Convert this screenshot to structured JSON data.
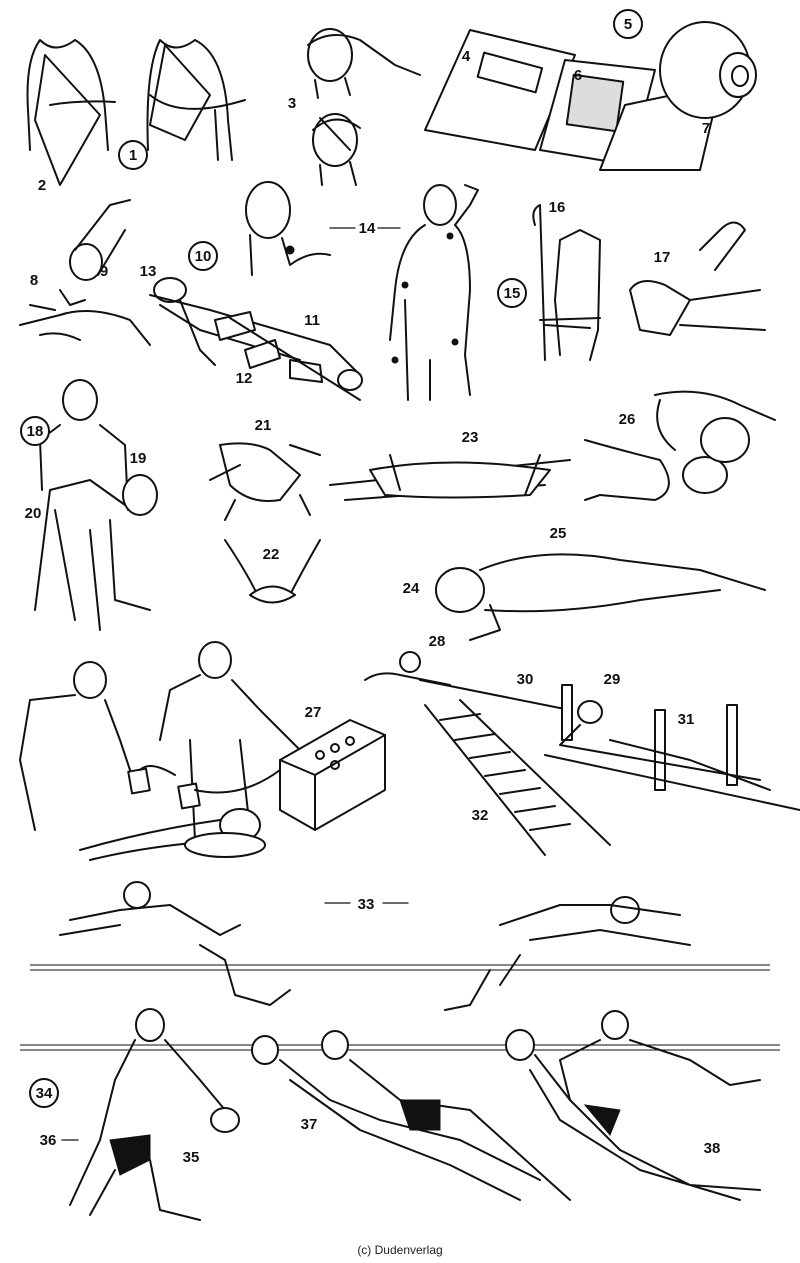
{
  "labels": {
    "l1": "1",
    "l2": "2",
    "l3": "3",
    "l4": "4",
    "l5": "5",
    "l6": "6",
    "l7": "7",
    "l8": "8",
    "l9": "9",
    "l10": "10",
    "l11": "11",
    "l12": "12",
    "l13": "13",
    "l14": "14",
    "l15": "15",
    "l16": "16",
    "l17": "17",
    "l18": "18",
    "l19": "19",
    "l20": "20",
    "l21": "21",
    "l22": "22",
    "l23": "23",
    "l24": "24",
    "l25": "25",
    "l26": "26",
    "l27": "27",
    "l28": "28",
    "l29": "29",
    "l30": "30",
    "l31": "31",
    "l32": "32",
    "l33": "33",
    "l34": "34",
    "l35": "35",
    "l36": "36",
    "l37": "37",
    "l38": "38"
  },
  "credit": "(c) Dudenverlag",
  "colors": {
    "ink": "#111111",
    "paper": "#ffffff"
  }
}
